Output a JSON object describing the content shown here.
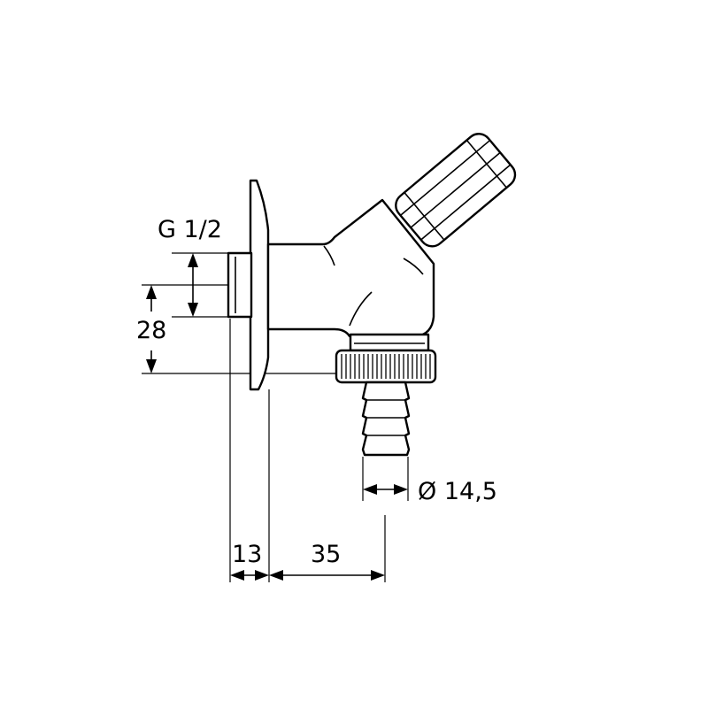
{
  "dimensions": {
    "thread": "G 1/2",
    "height_offset": "28",
    "hose_diameter": "Ø 14,5",
    "plate_depth": "13",
    "outlet_distance": "35"
  },
  "colors": {
    "line": "#000000",
    "background": "#ffffff"
  }
}
